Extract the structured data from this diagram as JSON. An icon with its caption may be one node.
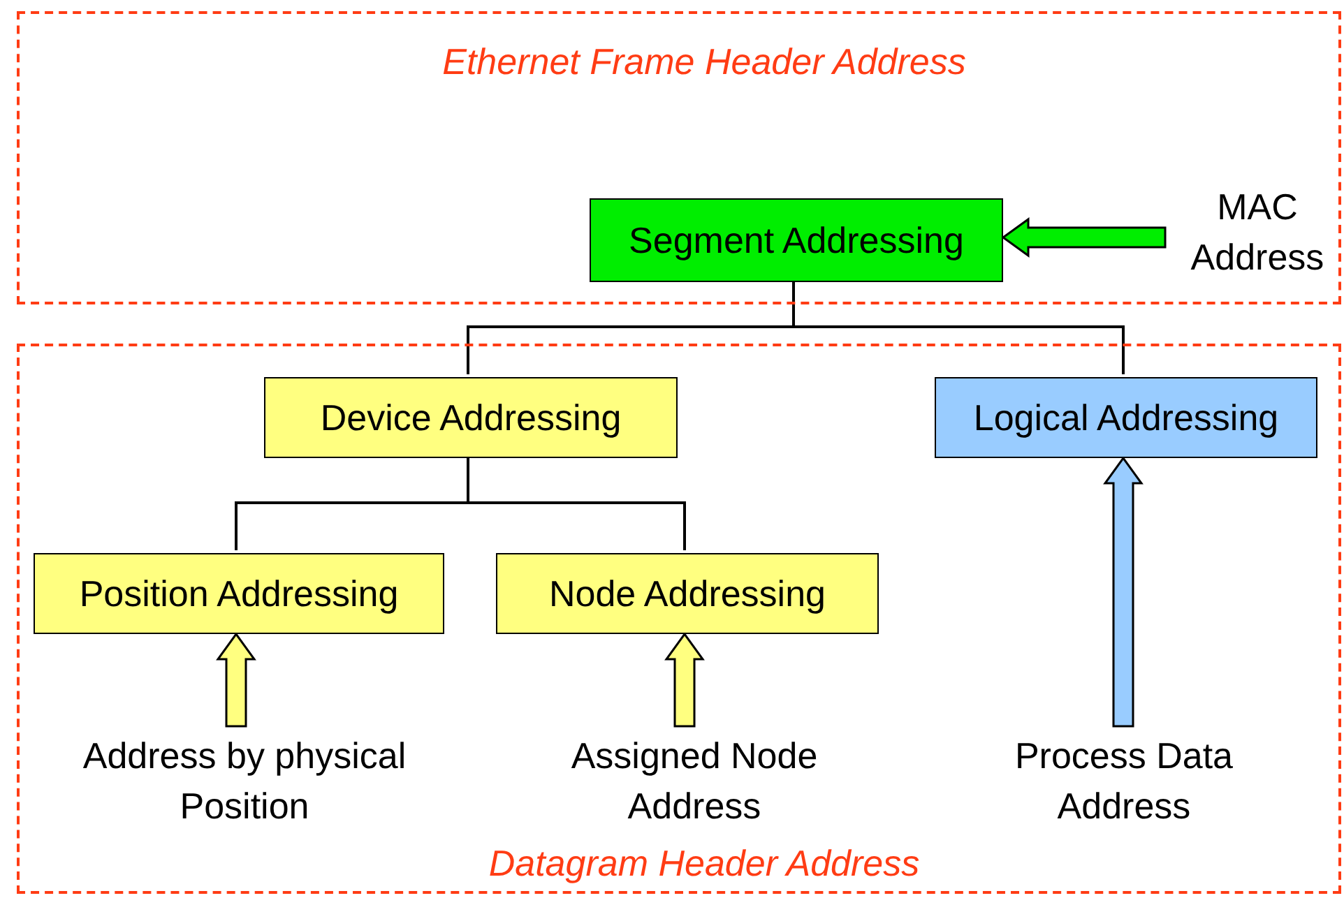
{
  "diagram": {
    "nodes": [
      {
        "text": [
          "Ethernet Frame Header Address"
        ]
      },
      {
        "text": [
          "Datagram Header Address"
        ]
      },
      {
        "text": [
          "Segment Addressing"
        ],
        "in": 0
      },
      {
        "text": [
          "Device Addressing"
        ],
        "in": 1
      },
      {
        "text": [
          "Logical Addressing"
        ],
        "in": 1
      },
      {
        "text": [
          "Position Addressing"
        ],
        "in": 1
      },
      {
        "text": [
          "Node Addressing"
        ],
        "in": 1
      },
      {
        "text": [
          "MAC Address"
        ],
        "in": 0
      },
      {
        "text": [
          "Address by physical Position"
        ],
        "in": 1
      },
      {
        "text": [
          "Assigned Node Address"
        ],
        "in": 1
      },
      {
        "text": [
          "Process Data Address"
        ],
        "in": 1
      }
    ],
    "edges": [
      {
        "from": 2,
        "to": 3,
        "arrow": "none"
      },
      {
        "from": 2,
        "to": 4,
        "arrow": "none"
      },
      {
        "from": 3,
        "to": 5,
        "arrow": "none"
      },
      {
        "from": 3,
        "to": 6,
        "arrow": "none"
      },
      {
        "from": 7,
        "to": 2,
        "arrow": "to",
        "style": "thick",
        "color": "#00ee00"
      },
      {
        "from": 8,
        "to": 5,
        "arrow": "to",
        "style": "thick",
        "color": "#ffff80"
      },
      {
        "from": 9,
        "to": 6,
        "arrow": "to",
        "style": "thick",
        "color": "#ffff80"
      },
      {
        "from": 10,
        "to": 4,
        "arrow": "to",
        "style": "thick",
        "color": "#99ccff"
      }
    ]
  }
}
